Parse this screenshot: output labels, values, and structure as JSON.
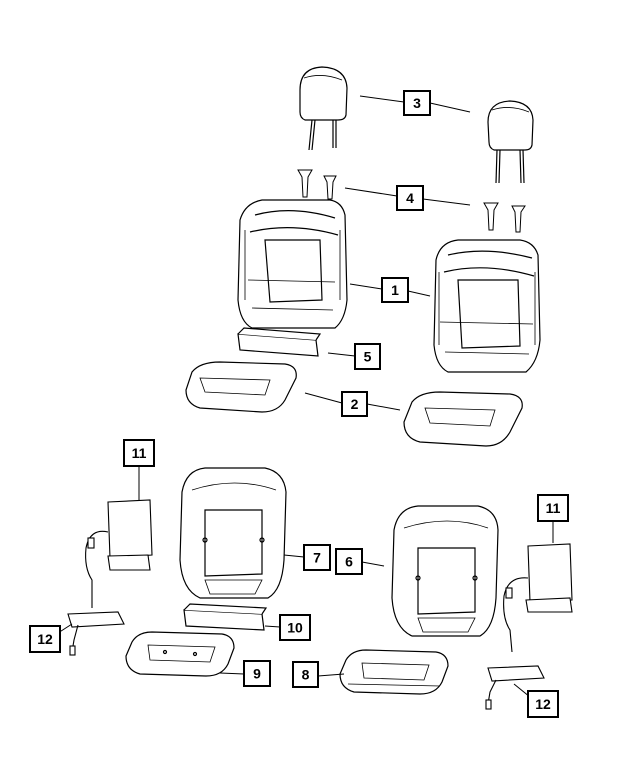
{
  "callouts": {
    "c1": "1",
    "c2": "2",
    "c3": "3",
    "c4": "4",
    "c5": "5",
    "c6": "6",
    "c7": "7",
    "c8": "8",
    "c9": "9",
    "c10": "10",
    "c11a": "11",
    "c11b": "11",
    "c12a": "12",
    "c12b": "12"
  }
}
